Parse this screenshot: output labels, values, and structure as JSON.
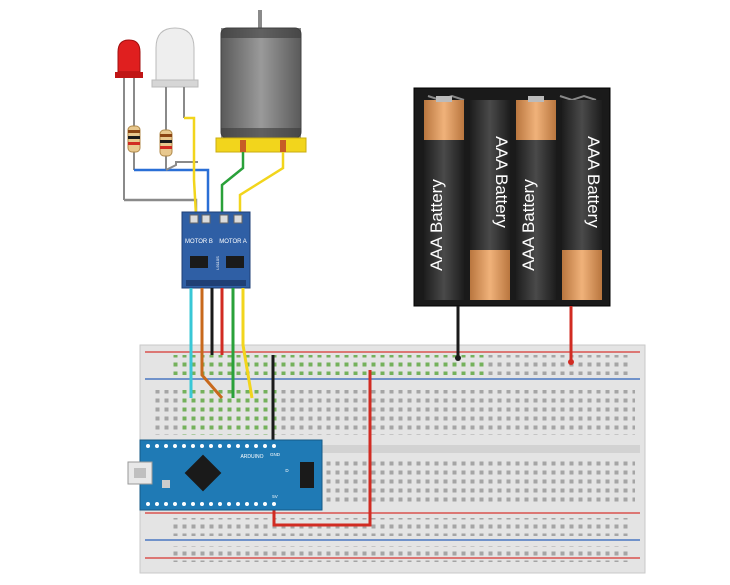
{
  "driver": {
    "motor_b_label": "MOTOR B",
    "motor_a_label": "MOTOR A",
    "chip_label": "L9110S"
  },
  "battery": {
    "cell_label": "AAA Battery",
    "cell_count": 4
  },
  "arduino": {
    "brand": "ARDUINO",
    "pin_gnd": "GND",
    "pin_d": "D",
    "pin_5v": "5V"
  },
  "colors": {
    "breadboard": "#e4e4e4",
    "rail_red": "#d9534f",
    "rail_blue": "#4a76c2",
    "hole_green": "#6fb253",
    "driver_board": "#2f5fa5",
    "arduino_board": "#1f7ab5",
    "battery_body": "#2a2a2a",
    "battery_copper": "#d7955a",
    "holder": "#1a1a1a",
    "wire_red": "#d12b22",
    "wire_black": "#1a1a1a",
    "wire_yellow": "#f2d51c",
    "wire_green": "#2aa13a",
    "wire_blue": "#2a6fd6",
    "wire_cyan": "#38c7d6",
    "wire_brown": "#c8691c",
    "wire_gray": "#8a8a8a",
    "led_red": "#e01f1f",
    "led_white": "#e8e8e8",
    "motor_gray": "#707070"
  }
}
